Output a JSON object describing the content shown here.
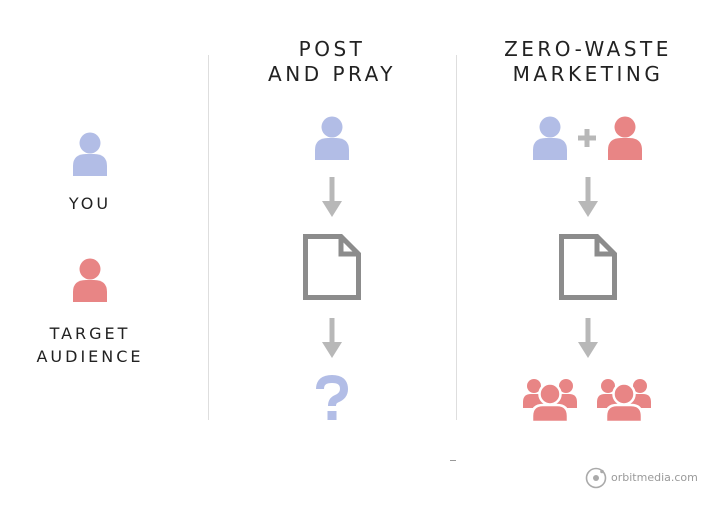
{
  "legend": {
    "you_label": "YOU",
    "audience_label_line1": "TARGET",
    "audience_label_line2": "AUDIENCE"
  },
  "columns": {
    "post_and_pray": {
      "title_line1": "POST",
      "title_line2": "AND PRAY",
      "outcome_icon": "question-mark-icon"
    },
    "zero_waste": {
      "title_line1": "ZERO-WASTE",
      "title_line2": "MARKETING",
      "join_symbol": "plus-icon",
      "outcome_icon": "group-icon"
    }
  },
  "colors": {
    "you": "#b2bde6",
    "audience": "#e88585",
    "arrow": "#b8b8b8",
    "document": "#8c8c8c",
    "divider": "#dedede"
  },
  "footer": {
    "brand": "orbitmedia.com"
  }
}
